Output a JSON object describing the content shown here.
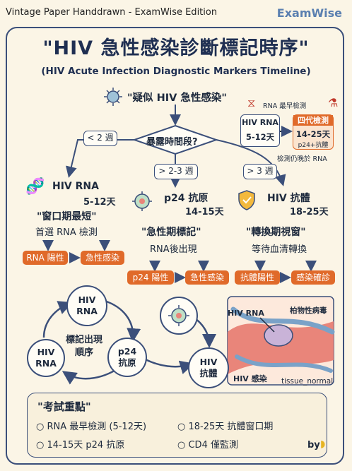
{
  "header": {
    "edition": "Vintage Paper Handdrawn - ExamWise Edition",
    "brand": "ExamWise"
  },
  "title": "\"HIV 急性感染診斷標記時序\"",
  "subtitle": "(HIV Acute Infection Diagnostic Markers Timeline)",
  "start": {
    "label": "\"疑似 HIV 急性感染\""
  },
  "decision": {
    "question": "暴露時間段?",
    "left_label": "< 2 週",
    "mid_label": "> 2-3 週",
    "right_label": "> 3 週"
  },
  "inset": {
    "rna_label": "RNA 最早檢測",
    "box1_title": "HIV RNA",
    "box1_days": "5-12天",
    "box2_title": "四代檢測",
    "box2_days": "14-25天",
    "box2_note": "p24+抗體",
    "footnote": "檢測仍晚於 RNA"
  },
  "branches": [
    {
      "title": "HIV RNA",
      "days": "5-12天",
      "quote": "\"窗口期最短\"",
      "desc": "首選 RNA 檢測",
      "pill_a": "RNA 陽性",
      "pill_b": "急性感染",
      "icon": "dna-icon"
    },
    {
      "title": "p24 抗原",
      "days": "14-15天",
      "quote": "\"急性期標記\"",
      "desc": "RNA後出現",
      "pill_a": "p24 陽性",
      "pill_b": "急性感染",
      "icon": "virus-icon"
    },
    {
      "title": "HIV 抗體",
      "days": "18-25天",
      "quote": "\"轉換期視窗\"",
      "desc": "等待血清轉換",
      "pill_a": "抗體陽性",
      "pill_b": "感染確診",
      "icon": "shield-icon"
    }
  ],
  "cycle": {
    "center": "標記出現\n順序",
    "node1": "HIV\nRNA",
    "node2": "HIV\nRNA",
    "node3": "p24\n抗原",
    "node5": "HIV\n抗體"
  },
  "tissue": {
    "rna_label": "HIV RNA",
    "dc_label": "柏物性病毒",
    "infection_label": "HIV 感染",
    "tissue_label": "tissue_normal"
  },
  "key_points": {
    "title": "\"考試重點\"",
    "items": [
      "RNA 最早檢測 (5-12天)",
      "18-25天 抗體窗口期",
      "14-15天 p24 抗原",
      "CD4 僅監測"
    ]
  },
  "signature": "by",
  "colors": {
    "ink": "#1e2a3d",
    "accent": "#3b4f7a",
    "orange": "#e06a2a",
    "paper": "#fbf5e6"
  }
}
